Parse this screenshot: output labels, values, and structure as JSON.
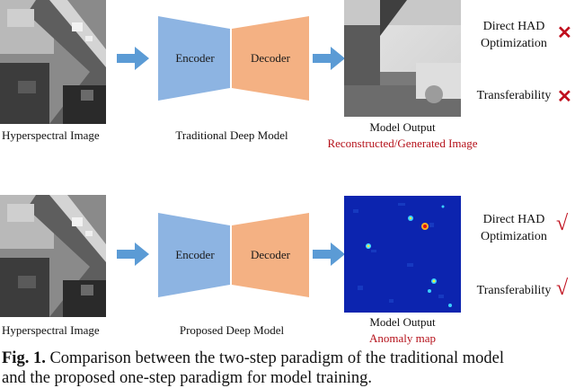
{
  "rows": [
    {
      "input_label": "Hyperspectral Image",
      "encoder_label": "Encoder",
      "decoder_label": "Decoder",
      "model_label": "Traditional Deep Model",
      "output_title": "Model Output",
      "output_subtitle": "Reconstructed/Generated Image",
      "criteria": [
        {
          "text_lines": [
            "Direct HAD",
            "Optimization"
          ],
          "mark": "✕"
        },
        {
          "text_lines": [
            "Transferability"
          ],
          "mark": "✕"
        }
      ]
    },
    {
      "input_label": "Hyperspectral Image",
      "encoder_label": "Encoder",
      "decoder_label": "Decoder",
      "model_label": "Proposed Deep Model",
      "output_title": "Model Output",
      "output_subtitle": "Anomaly map",
      "criteria": [
        {
          "text_lines": [
            "Direct HAD",
            "Optimization"
          ],
          "mark": "√"
        },
        {
          "text_lines": [
            "Transferability"
          ],
          "mark": "√"
        }
      ]
    }
  ],
  "caption": {
    "fig_label": "Fig. 1.",
    "text_line1": " Comparison between the two-step paradigm of the traditional model",
    "text_line2": "and the proposed one-step paradigm for model training."
  },
  "colors": {
    "encoder": "#8db4e2",
    "decoder": "#f4b183",
    "arrow": "#5b9bd5",
    "negative_mark": "#c0101e",
    "positive_mark": "#c0101e",
    "subtitle": "#b5121b",
    "anomaly_background": "#0a1fa8"
  }
}
